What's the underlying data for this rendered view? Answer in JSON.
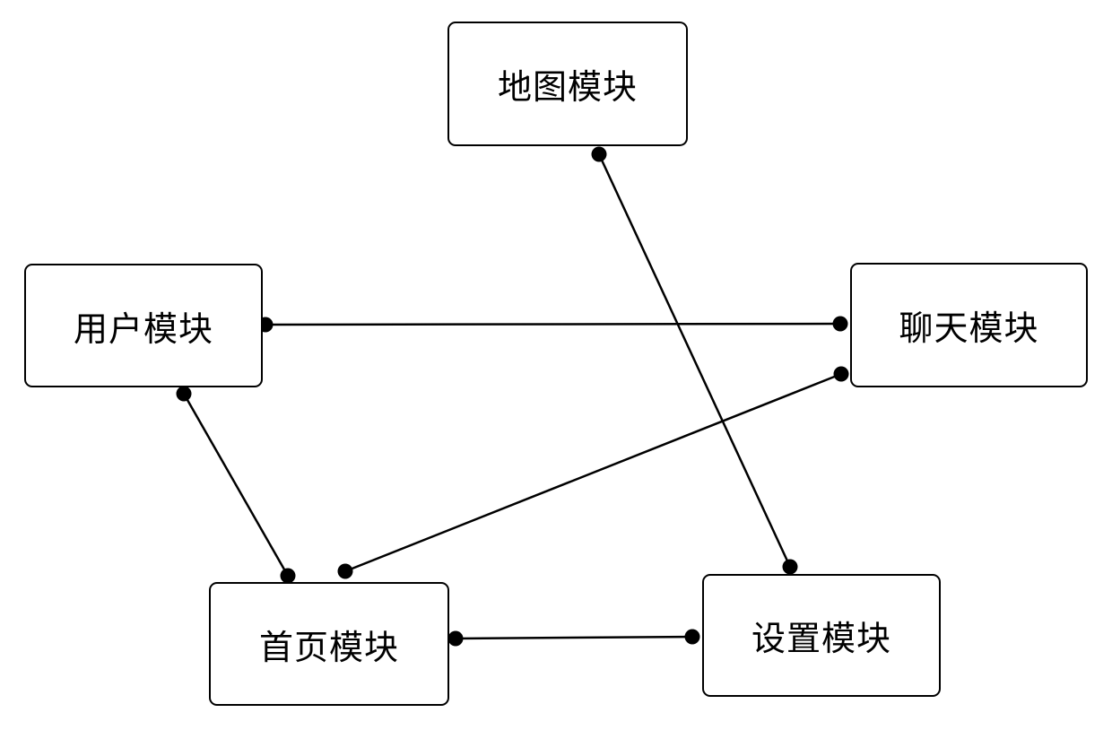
{
  "diagram": {
    "background_color": "#ffffff",
    "stroke_color": "#000000",
    "node_fill_color": "#ffffff",
    "text_color": "#000000",
    "connector_style": "straight-line-with-filled-dot-endpoints",
    "nodes": [
      {
        "id": "map-module",
        "label": "地图模块"
      },
      {
        "id": "user-module",
        "label": "用户模块"
      },
      {
        "id": "chat-module",
        "label": "聊天模块"
      },
      {
        "id": "home-module",
        "label": "首页模块"
      },
      {
        "id": "settings-module",
        "label": "设置模块"
      }
    ],
    "edges": [
      {
        "from": "用户模块",
        "to": "聊天模块"
      },
      {
        "from": "用户模块",
        "to": "首页模块"
      },
      {
        "from": "地图模块",
        "to": "设置模块"
      },
      {
        "from": "首页模块",
        "to": "聊天模块"
      },
      {
        "from": "首页模块",
        "to": "设置模块"
      }
    ]
  }
}
